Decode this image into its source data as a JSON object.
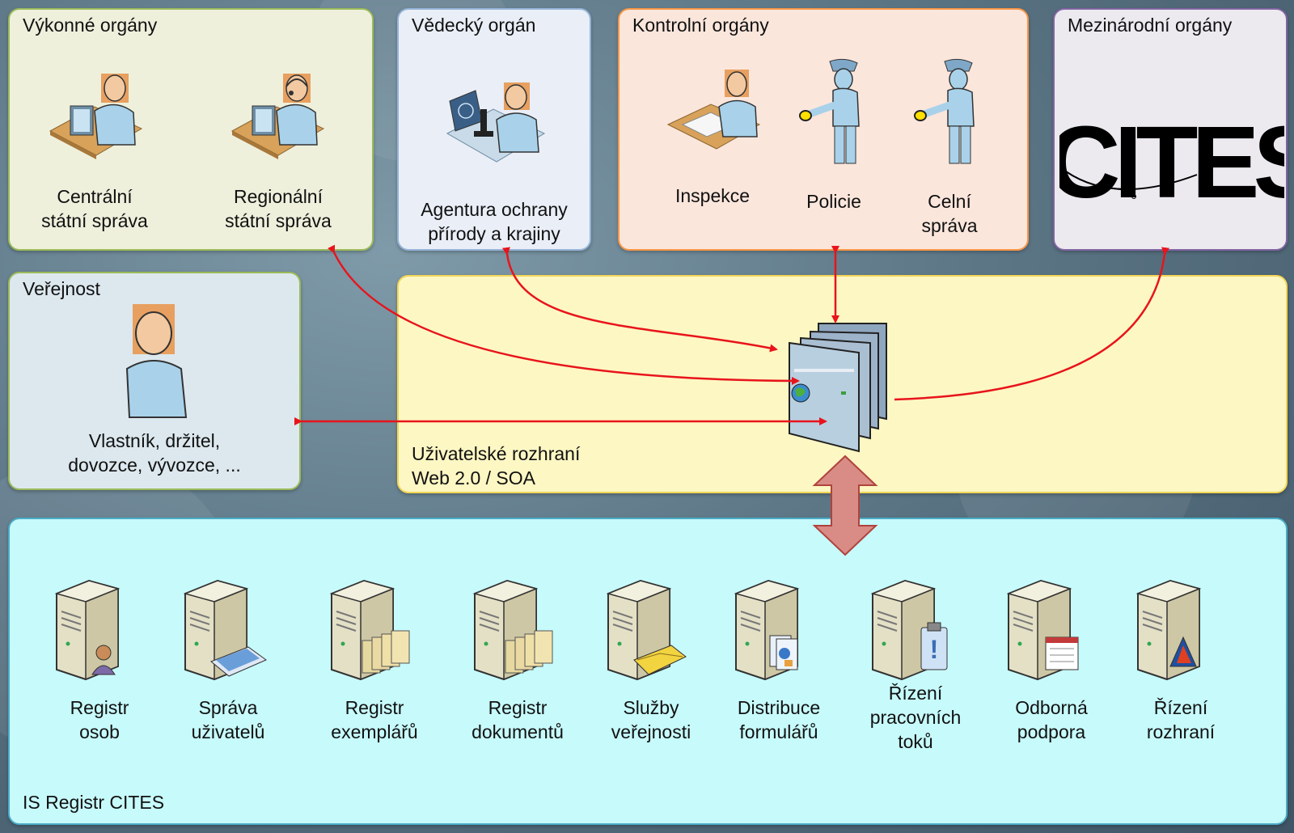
{
  "panels": {
    "executive": {
      "title": "Výkonné orgány",
      "items": [
        {
          "label": "Centrální\nstátní správa",
          "icon": "desk-worker-icon"
        },
        {
          "label": "Regionální\nstátní správa",
          "icon": "desk-worker-headset-icon"
        }
      ]
    },
    "scientific": {
      "title": "Vědecký orgán",
      "items": [
        {
          "label": "Agentura ochrany\npřírody a krajiny",
          "icon": "scientist-microscope-icon"
        }
      ]
    },
    "control": {
      "title": "Kontrolní orgány",
      "items": [
        {
          "label": "Inspekce",
          "icon": "inspector-desk-icon"
        },
        {
          "label": "Policie",
          "icon": "police-officer-icon"
        },
        {
          "label": "Celní\nspráva",
          "icon": "customs-officer-icon"
        }
      ]
    },
    "international": {
      "title": "Mezinárodní orgány",
      "logo": "CITES"
    },
    "public": {
      "title": "Veřejnost",
      "items": [
        {
          "label": "Vlastník, držitel,\ndovozce, vývozce, ...",
          "icon": "person-icon"
        }
      ]
    },
    "ui": {
      "title": "Uživatelské rozhraní\nWeb 2.0 / SOA",
      "icon": "web-pages-stack-icon"
    },
    "system": {
      "title": "IS Registr CITES",
      "modules": [
        {
          "label": "Registr\nosob",
          "icon": "server-person-icon"
        },
        {
          "label": "Správa\nuživatelů",
          "icon": "server-address-book-icon"
        },
        {
          "label": "Registr\nexemplářů",
          "icon": "server-folders-icon"
        },
        {
          "label": "Registr\ndokumentů",
          "icon": "server-folders-icon"
        },
        {
          "label": "Služby\nveřejnosti",
          "icon": "server-mail-icon"
        },
        {
          "label": "Distribuce\nformulářů",
          "icon": "server-forms-icon"
        },
        {
          "label": "Řízení\npracovních\ntoků",
          "icon": "server-clipboard-icon"
        },
        {
          "label": "Odborná\npodpora",
          "icon": "server-document-icon"
        },
        {
          "label": "Řízení\nrozhraní",
          "icon": "server-warning-icon"
        }
      ]
    }
  },
  "colors": {
    "arrow": "#e8141b",
    "exchange_arrow": "#d98c86"
  }
}
